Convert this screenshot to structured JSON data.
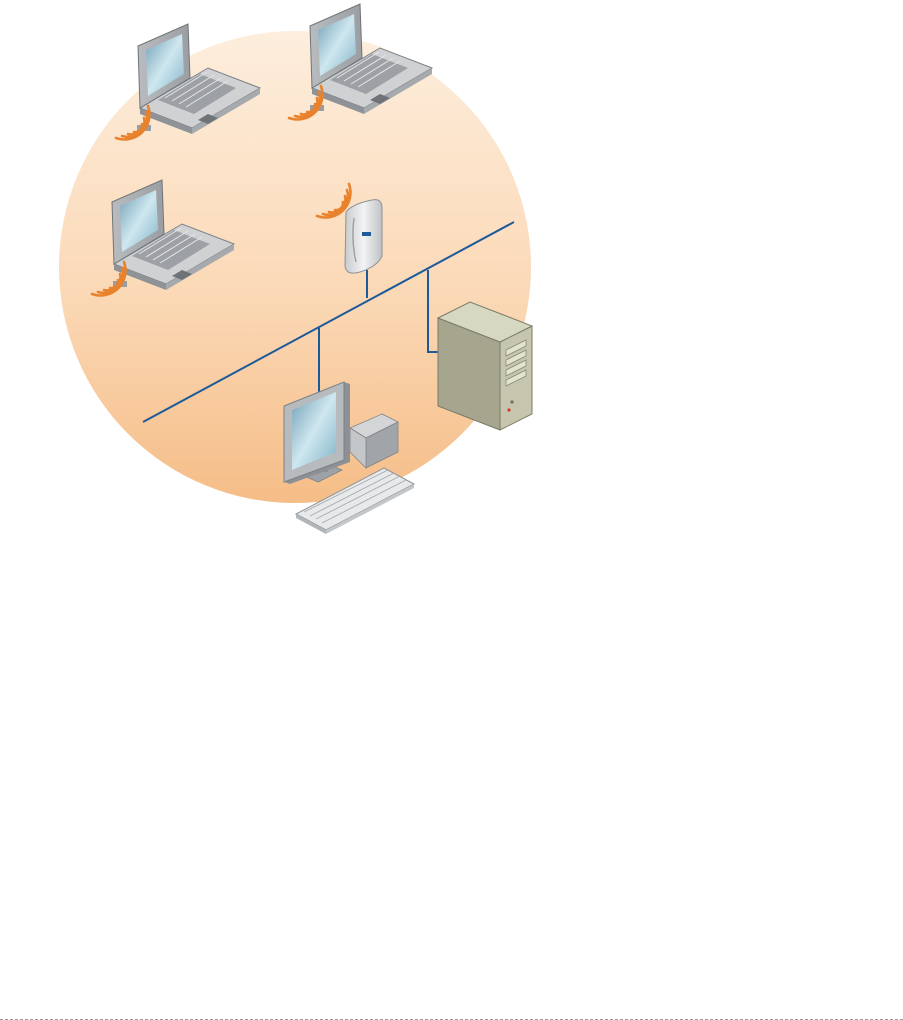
{
  "diagram": {
    "type": "network-topology",
    "network_zone": {
      "shape": "circle",
      "fill_colors": [
        "#fde6d0",
        "#f7c38f"
      ]
    },
    "link_color": "#1d5a9a",
    "wireless_signal_color": "#e9822c",
    "devices": [
      {
        "id": "laptop-1",
        "kind": "laptop",
        "connection": "wireless",
        "icon": "laptop-icon"
      },
      {
        "id": "laptop-2",
        "kind": "laptop",
        "connection": "wireless",
        "icon": "laptop-icon"
      },
      {
        "id": "laptop-3",
        "kind": "laptop",
        "connection": "wireless",
        "icon": "laptop-icon"
      },
      {
        "id": "access-point",
        "kind": "wireless-access-point",
        "connection": "wired",
        "icon": "access-point-icon"
      },
      {
        "id": "desktop",
        "kind": "desktop-computer",
        "connection": "wired",
        "icon": "desktop-computer-icon"
      },
      {
        "id": "server",
        "kind": "tower-server",
        "connection": "wired",
        "icon": "server-tower-icon"
      }
    ],
    "links": [
      {
        "from": "access-point",
        "to": "backbone",
        "type": "wired"
      },
      {
        "from": "desktop",
        "to": "backbone",
        "type": "wired"
      },
      {
        "from": "server",
        "to": "backbone",
        "type": "wired"
      }
    ]
  }
}
